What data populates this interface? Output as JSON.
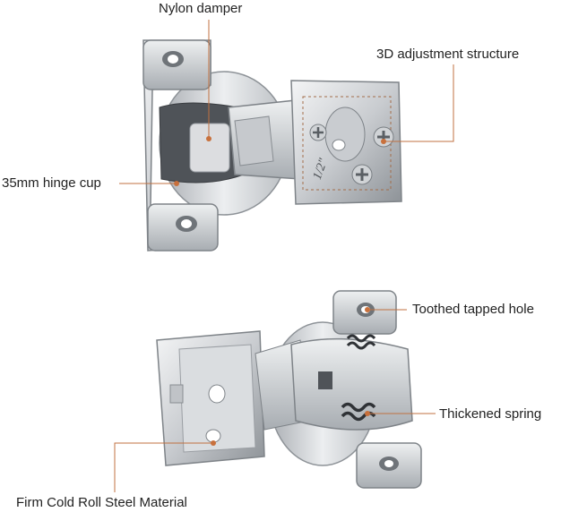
{
  "labels": {
    "nylon_damper": "Nylon damper",
    "adjustment_structure": "3D adjustment structure",
    "hinge_cup": "35mm hinge cup",
    "toothed_hole": "Toothed tapped hole",
    "thickened_spring": "Thickened spring",
    "steel_material": "Firm Cold Roll Steel Material"
  },
  "hinge_marking": "1/2\"",
  "colors": {
    "callout_line": "#c07040",
    "callout_dot": "#c8703c",
    "steel_light": "#e4e6e8",
    "steel_mid": "#b8bcc0",
    "steel_dark": "#7e8388"
  }
}
